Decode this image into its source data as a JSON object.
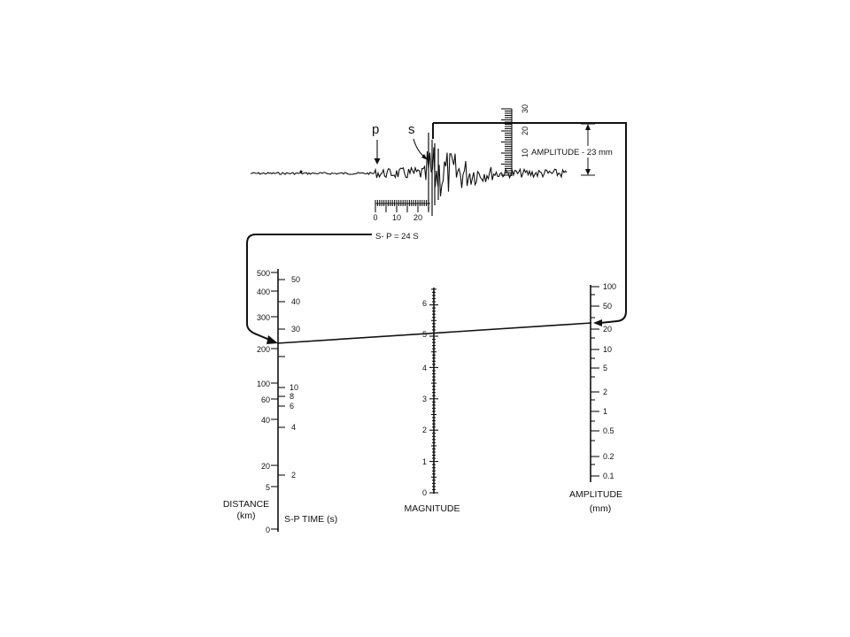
{
  "seismogram": {
    "p_label": "p",
    "s_label": "s",
    "time_scale_labels": [
      "0",
      "10",
      "20"
    ],
    "amplitude_scale_labels": [
      "10",
      "20",
      "30"
    ],
    "amplitude_reading": "AMPLITUDE - 23 mm",
    "sp_reading": "S- P = 24 S"
  },
  "scales": {
    "distance": {
      "caption_line1": "DISTANCE",
      "caption_line2": "(km)",
      "labels": [
        "500",
        "400",
        "300",
        "200",
        "100",
        "60",
        "40",
        "20",
        "5",
        "0"
      ]
    },
    "sp_time": {
      "caption": "S-P TIME (s)",
      "labels": [
        "50",
        "40",
        "30",
        "10",
        "8",
        "6",
        "4",
        "2"
      ]
    },
    "magnitude": {
      "caption": "MAGNITUDE",
      "labels": [
        "0",
        "1",
        "2",
        "3",
        "4",
        "5",
        "6"
      ]
    },
    "amplitude": {
      "caption_line1": "AMPLITUDE",
      "caption_line2": "(mm)",
      "labels": [
        "100",
        "50",
        "20",
        "10",
        "5",
        "2",
        "1",
        "0.5",
        "0.2",
        "0.1"
      ]
    }
  },
  "reading": {
    "sp_time_s": 24,
    "amplitude_mm": 23,
    "magnitude": 5
  },
  "colors": {
    "ink": "#111111",
    "background": "#ffffff"
  }
}
